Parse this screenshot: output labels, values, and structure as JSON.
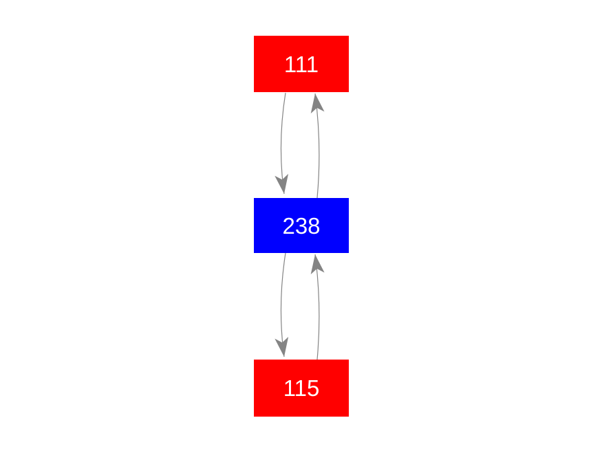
{
  "diagram": {
    "background_color": "#ffffff",
    "edge_color": "#848484",
    "nodes": [
      {
        "id": "node-111",
        "label": "111",
        "shape": "box",
        "color": "#ff0000",
        "text_color": "#ffffff",
        "position": "top"
      },
      {
        "id": "node-238",
        "label": "238",
        "shape": "box",
        "color": "#0000ff",
        "text_color": "#ffffff",
        "position": "middle"
      },
      {
        "id": "node-115",
        "label": "115",
        "shape": "box",
        "color": "#ff0000",
        "text_color": "#ffffff",
        "position": "bottom"
      }
    ],
    "edges": [
      {
        "from": "111",
        "to": "238",
        "direction": "down",
        "curve": "bows-left"
      },
      {
        "from": "238",
        "to": "111",
        "direction": "up",
        "curve": "bows-right"
      },
      {
        "from": "238",
        "to": "115",
        "direction": "down",
        "curve": "bows-left"
      },
      {
        "from": "115",
        "to": "238",
        "direction": "up",
        "curve": "bows-right"
      }
    ]
  }
}
